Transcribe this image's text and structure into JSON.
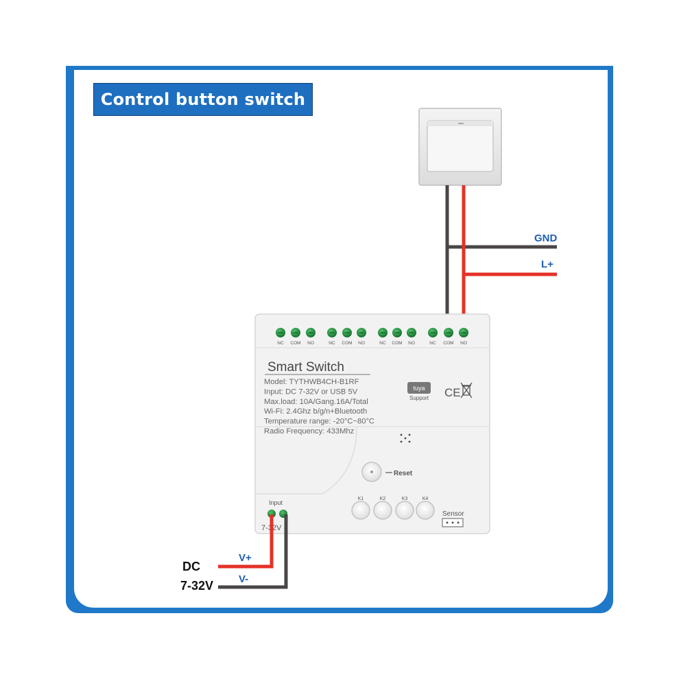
{
  "title": "Control button switch",
  "device": {
    "name": "Smart  Switch",
    "specs": [
      "Model:  TYTHWB4CH-B1RF",
      "Input:  DC 7-32V or USB 5V",
      "Max.load:  10A/Gang.16A/Total",
      "Wi-Fi:  2.4Ghz b/g/n+Bluetooth",
      "Temperature range: -20°C~80°C",
      "Radio Frequency:  433Mhz"
    ],
    "terminal_labels": [
      "NC",
      "COM",
      "NO",
      "NC",
      "COM",
      "NO",
      "NC",
      "COM",
      "NO",
      "NC",
      "COM",
      "NO"
    ],
    "tuya_logo": "tuya",
    "tuya_support": "Support",
    "ce_mark": "CE",
    "reset_label": "Reset",
    "buttons": [
      "K1",
      "K2",
      "K3",
      "K4"
    ],
    "input_label": "Input",
    "input_voltage": "7-32V",
    "sensor_label": "Sensor"
  },
  "wires": {
    "gnd": "GND",
    "lplus": "L+",
    "vplus": "V+",
    "vminus": "V-",
    "dc_line1": "DC",
    "dc_line2": "7-32V"
  },
  "colors": {
    "frame": "#1f78c8",
    "title_bg": "#1e6fc0",
    "wire_red": "#e53127",
    "wire_dark": "#4a4646",
    "terminal_green": "#1a8a3a",
    "label_blue": "#1e5fb0"
  }
}
